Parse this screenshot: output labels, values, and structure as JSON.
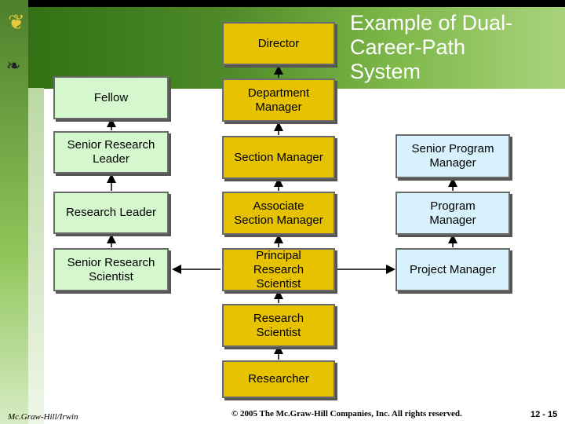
{
  "title": "Example of Dual-\nCareer-Path\nSystem",
  "management": {
    "director": "Director",
    "department_manager": "Department\nManager",
    "section_manager": "Section Manager",
    "associate_section_manager": "Associate\nSection Manager",
    "principal_research_scientist": "Principal\nResearch\nScientist",
    "research_scientist": "Research\nScientist",
    "researcher": "Researcher"
  },
  "technical": {
    "fellow": "Fellow",
    "senior_research_leader": "Senior Research\nLeader",
    "research_leader": "Research Leader",
    "senior_research_scientist": "Senior Research\nScientist"
  },
  "project": {
    "senior_program_manager": "Senior Program\nManager",
    "program_manager": "Program\nManager",
    "project_manager": "Project Manager"
  },
  "footer": {
    "publisher": "Mc.Graw-Hill/Irwin",
    "copyright": "© 2005 The Mc.Graw-Hill Companies, Inc. All rights reserved.",
    "slide_number": "12 - 15"
  },
  "colors": {
    "management_box": "#e6c200",
    "technical_box": "#d4f7cd",
    "project_box": "#d7f2fc",
    "header_band": "#4e8a28"
  }
}
